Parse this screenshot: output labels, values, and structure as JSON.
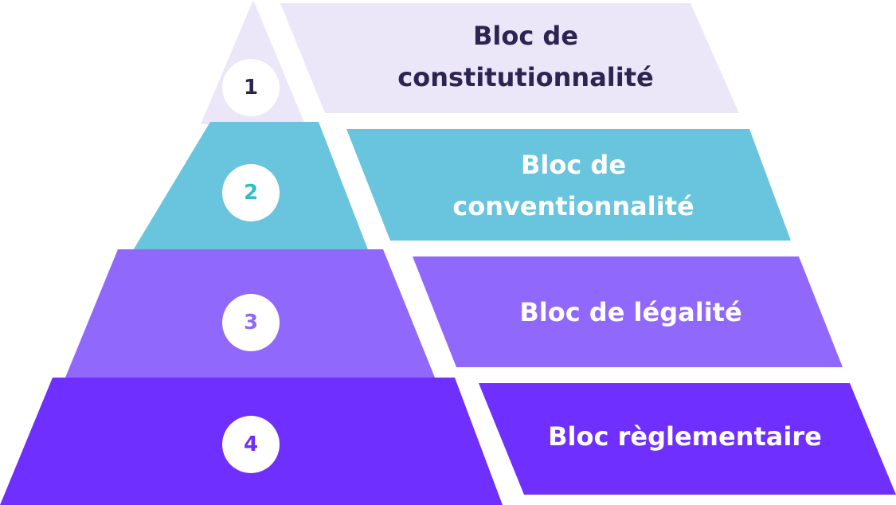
{
  "pyramid": {
    "levels": [
      {
        "number": "1",
        "label_lines": [
          "Bloc de",
          "constitutionnalité"
        ],
        "fill": "#ECE7F8",
        "text_color": "#2D2452",
        "number_color": "#2D2452"
      },
      {
        "number": "2",
        "label_lines": [
          "Bloc de",
          "conventionnalité"
        ],
        "fill": "#69C4DE",
        "text_color": "#FFFFFF",
        "number_color": "#2BC0C4"
      },
      {
        "number": "3",
        "label_lines": [
          "Bloc de légalité"
        ],
        "fill": "#9168FC",
        "text_color": "#FFFFFF",
        "number_color": "#9168FC"
      },
      {
        "number": "4",
        "label_lines": [
          "Bloc règlementaire"
        ],
        "fill": "#6F2FFF",
        "text_color": "#FFFFFF",
        "number_color": "#6F2FFF"
      }
    ]
  }
}
